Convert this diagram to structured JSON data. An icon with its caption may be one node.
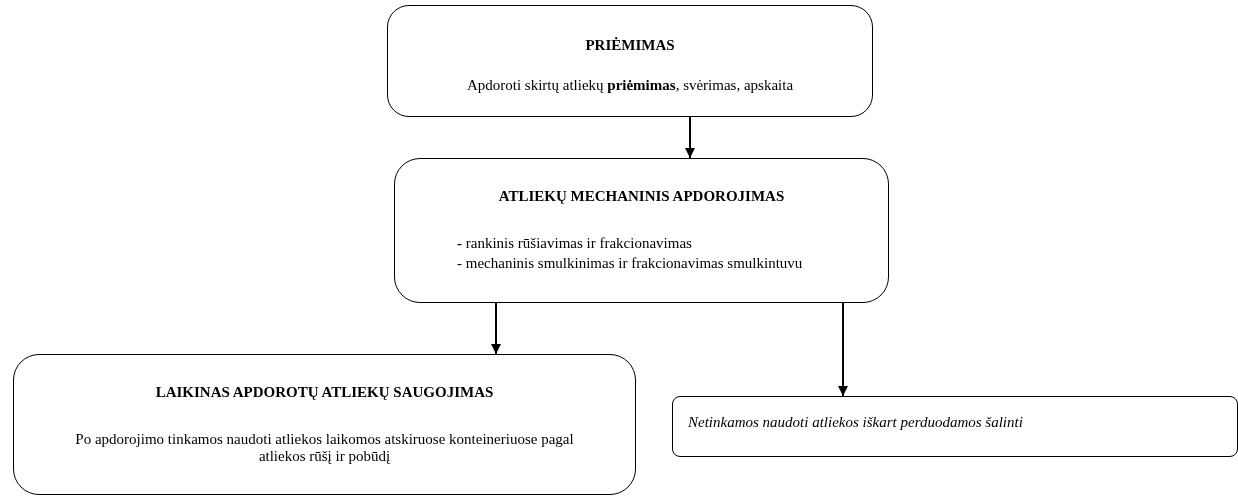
{
  "diagram": {
    "nodes": [
      {
        "text": [
          "PRIĖMIMAS",
          "Apdoroti skirtų atliekų **priėmimas**, svėrimas, apskaita"
        ]
      },
      {
        "text": [
          "ATLIEKŲ MECHANINIS APDOROJIMAS",
          "**-** rankinis rūšiavimas ir frakcionavimas",
          "- mechaninis smulkinimas ir frakcionavimas smulkintuvu"
        ]
      },
      {
        "text": [
          "LAIKINAS APDOROTŲ ATLIEKŲ SAUGOJIMAS",
          "Po apdorojimo tinkamos naudoti atliekos laikomos atskiruose konteineriuose pagal atliekos rūšį ir pobūdį"
        ]
      },
      {
        "text": [
          "Netinkamos naudoti atliekos iškart perduodamos šalinti"
        ]
      }
    ],
    "edges": [
      {
        "from": 0,
        "to": 1,
        "arrow": "to"
      },
      {
        "from": 1,
        "to": 2,
        "arrow": "to"
      },
      {
        "from": 1,
        "to": 3,
        "arrow": "to"
      }
    ]
  }
}
